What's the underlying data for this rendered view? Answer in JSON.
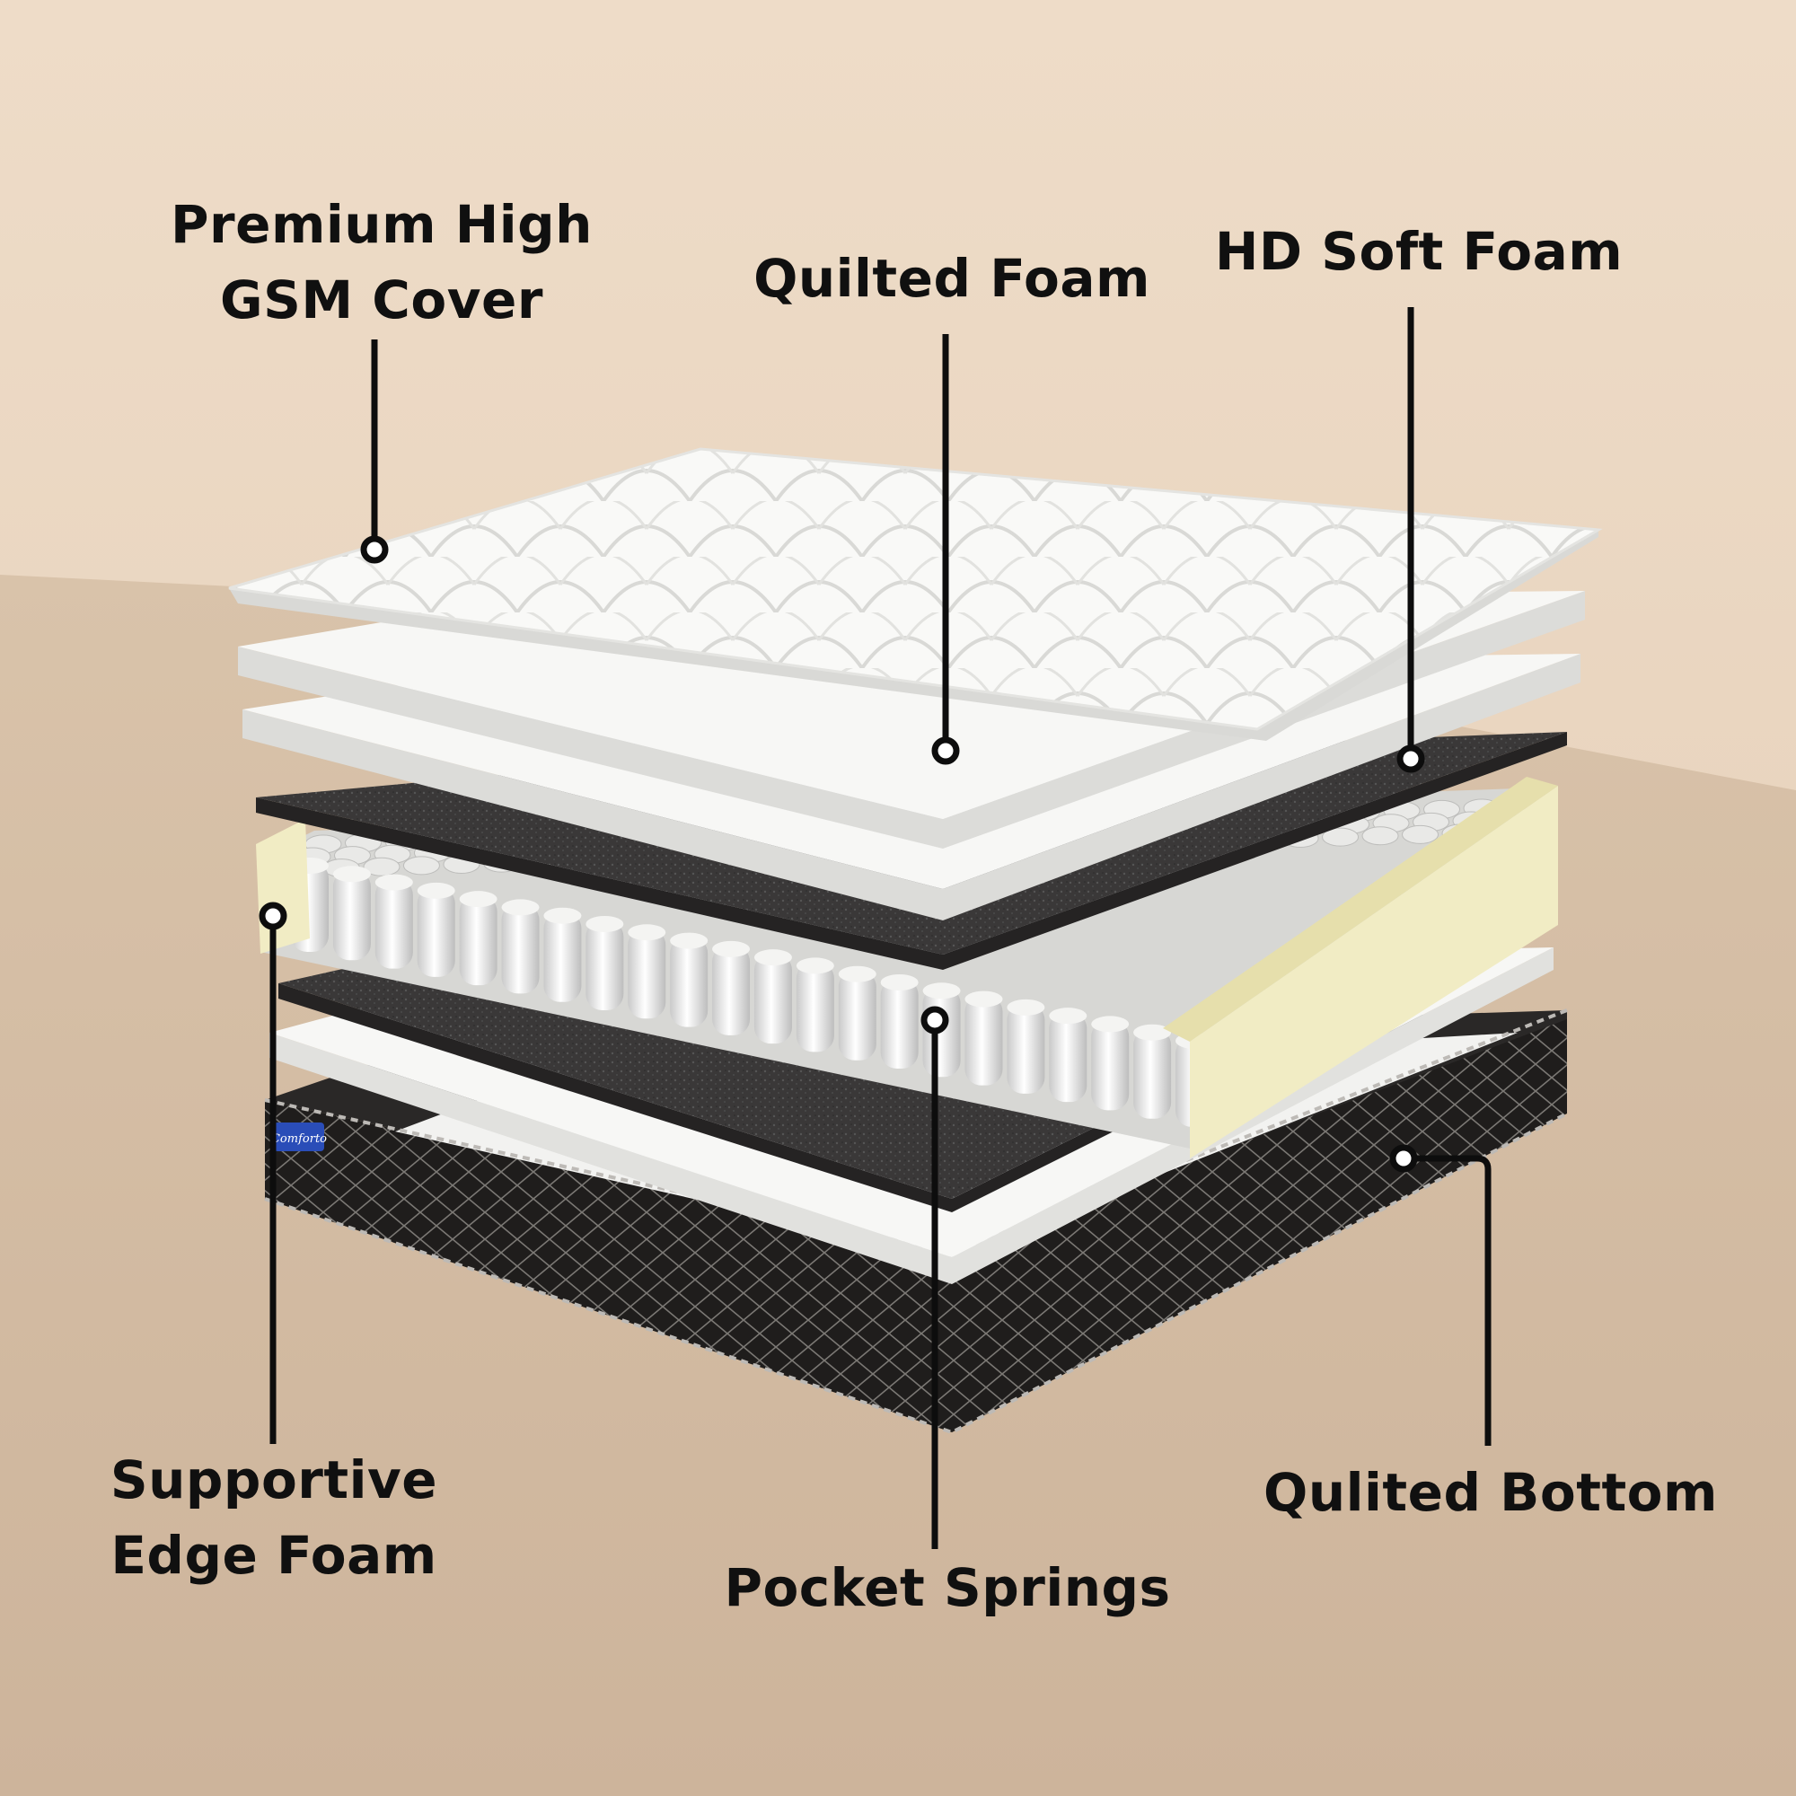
{
  "colors": {
    "background_top": "#ecdac6",
    "background_floor": "#d4bca3",
    "callout_ink": "#101010",
    "foam_white": "#f7f7f5",
    "felt_dark": "#3a3838",
    "edge_foam": "#f1ecc4",
    "base_fabric": "#1f1d1c",
    "brand_tag": "#2a4db8"
  },
  "brand_logo_text": "Comforto",
  "callouts": [
    {
      "id": "premium-high-gsm-cover",
      "lines": [
        "Premium High",
        "GSM Cover"
      ]
    },
    {
      "id": "quilted-foam",
      "lines": [
        "Quilted Foam"
      ]
    },
    {
      "id": "hd-soft-foam",
      "lines": [
        "HD Soft Foam"
      ]
    },
    {
      "id": "supportive-edge-foam",
      "lines": [
        "Supportive",
        "Edge Foam"
      ]
    },
    {
      "id": "pocket-springs",
      "lines": [
        "Pocket Springs"
      ]
    },
    {
      "id": "qulited-bottom",
      "lines": [
        "Qulited Bottom"
      ]
    }
  ]
}
